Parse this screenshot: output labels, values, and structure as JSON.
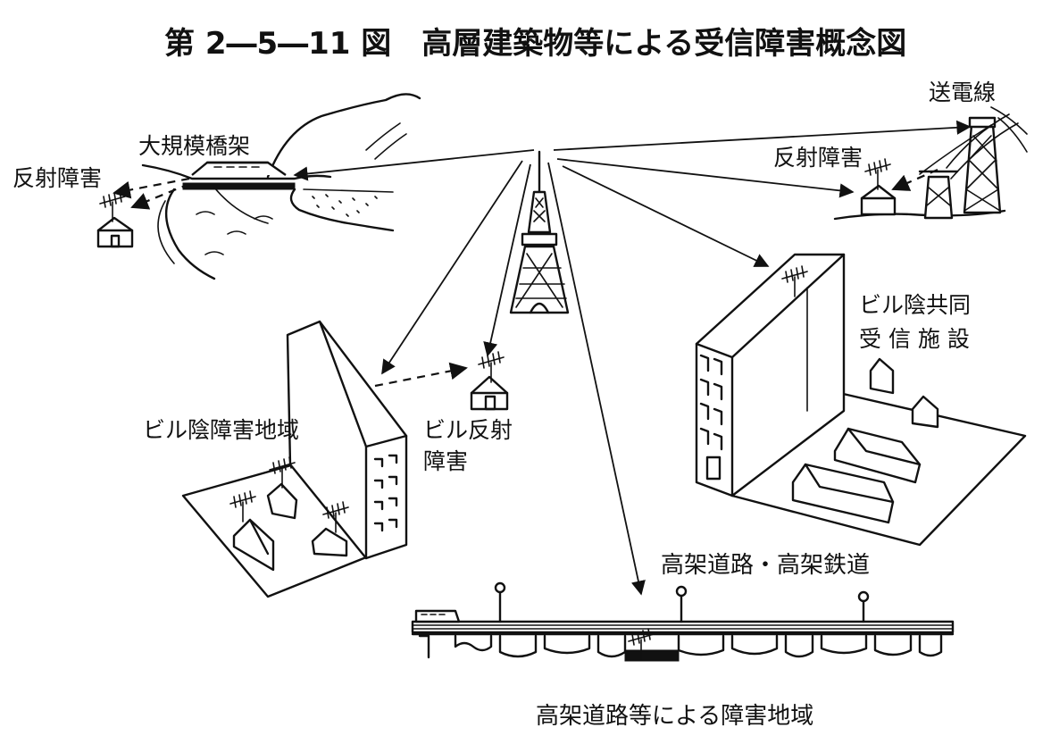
{
  "title": "第 2―5―11 図　高層建築物等による受信障害概念図",
  "labels": {
    "transmission_line": "送電線",
    "reflection_right": "反射障害",
    "bridge": "大規模橋架",
    "reflection_left": "反射障害",
    "shared_facility_1": "ビル陰共同",
    "shared_facility_2": "受 信 施 設",
    "shadow_area": "ビル陰障害地域",
    "building_reflection_1": "ビル反射",
    "building_reflection_2": "障害",
    "elevated": "高架道路・高架鉄道",
    "elevated_area": "高架道路等による障害地域"
  },
  "icons": {
    "broadcast_tower": "broadcast-tower-icon",
    "antenna": "tv-antenna-icon",
    "house": "house-icon",
    "pylon": "power-pylon-icon"
  }
}
